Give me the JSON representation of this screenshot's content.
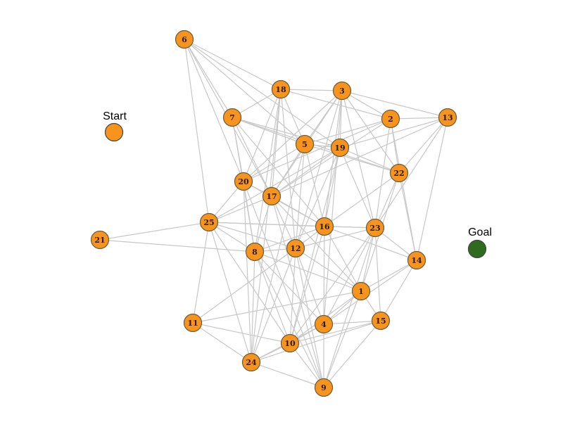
{
  "colors": {
    "node_fill": "#f7941d",
    "goal_fill": "#2e6b1e",
    "edge": "#c8c8c8"
  },
  "markers": {
    "start": {
      "label": "Start"
    },
    "goal": {
      "label": "Goal"
    }
  },
  "graph": {
    "nodes": [
      "1",
      "2",
      "3",
      "4",
      "5",
      "6",
      "7",
      "8",
      "9",
      "10",
      "11",
      "12",
      "13",
      "14",
      "15",
      "16",
      "17",
      "18",
      "19",
      "20",
      "21",
      "22",
      "23",
      "24",
      "25"
    ],
    "edges": [
      [
        "6",
        "18"
      ],
      [
        "6",
        "7"
      ],
      [
        "6",
        "20"
      ],
      [
        "6",
        "25"
      ],
      [
        "6",
        "5"
      ],
      [
        "6",
        "17"
      ],
      [
        "6",
        "19"
      ],
      [
        "18",
        "3"
      ],
      [
        "18",
        "7"
      ],
      [
        "18",
        "20"
      ],
      [
        "18",
        "17"
      ],
      [
        "18",
        "8"
      ],
      [
        "18",
        "2"
      ],
      [
        "18",
        "24"
      ],
      [
        "18",
        "12"
      ],
      [
        "18",
        "5"
      ],
      [
        "3",
        "19"
      ],
      [
        "3",
        "13"
      ],
      [
        "3",
        "5"
      ],
      [
        "3",
        "16"
      ],
      [
        "3",
        "23"
      ],
      [
        "3",
        "12"
      ],
      [
        "3",
        "4"
      ],
      [
        "3",
        "22"
      ],
      [
        "3",
        "20"
      ],
      [
        "3",
        "17"
      ],
      [
        "3",
        "2"
      ],
      [
        "7",
        "5"
      ],
      [
        "7",
        "19"
      ],
      [
        "7",
        "20"
      ],
      [
        "7",
        "8"
      ],
      [
        "7",
        "17"
      ],
      [
        "7",
        "16"
      ],
      [
        "7",
        "22"
      ],
      [
        "2",
        "13"
      ],
      [
        "2",
        "23"
      ],
      [
        "2",
        "17"
      ],
      [
        "2",
        "22"
      ],
      [
        "2",
        "14"
      ],
      [
        "2",
        "20"
      ],
      [
        "2",
        "5"
      ],
      [
        "13",
        "19"
      ],
      [
        "13",
        "14"
      ],
      [
        "13",
        "23"
      ],
      [
        "13",
        "17"
      ],
      [
        "13",
        "22"
      ],
      [
        "5",
        "19"
      ],
      [
        "5",
        "20"
      ],
      [
        "5",
        "16"
      ],
      [
        "5",
        "12"
      ],
      [
        "5",
        "22"
      ],
      [
        "5",
        "24"
      ],
      [
        "5",
        "17"
      ],
      [
        "19",
        "22"
      ],
      [
        "19",
        "16"
      ],
      [
        "19",
        "17"
      ],
      [
        "19",
        "25"
      ],
      [
        "19",
        "10"
      ],
      [
        "19",
        "23"
      ],
      [
        "19",
        "12"
      ],
      [
        "22",
        "14"
      ],
      [
        "22",
        "23"
      ],
      [
        "22",
        "1"
      ],
      [
        "22",
        "16"
      ],
      [
        "20",
        "17"
      ],
      [
        "20",
        "25"
      ],
      [
        "20",
        "8"
      ],
      [
        "20",
        "24"
      ],
      [
        "20",
        "9"
      ],
      [
        "20",
        "16"
      ],
      [
        "17",
        "25"
      ],
      [
        "17",
        "16"
      ],
      [
        "17",
        "12"
      ],
      [
        "17",
        "8"
      ],
      [
        "17",
        "1"
      ],
      [
        "17",
        "9"
      ],
      [
        "25",
        "21"
      ],
      [
        "25",
        "8"
      ],
      [
        "25",
        "11"
      ],
      [
        "25",
        "16"
      ],
      [
        "25",
        "24"
      ],
      [
        "25",
        "12"
      ],
      [
        "25",
        "23"
      ],
      [
        "25",
        "10"
      ],
      [
        "21",
        "8"
      ],
      [
        "16",
        "23"
      ],
      [
        "16",
        "12"
      ],
      [
        "16",
        "1"
      ],
      [
        "16",
        "14"
      ],
      [
        "16",
        "4"
      ],
      [
        "16",
        "10"
      ],
      [
        "16",
        "8"
      ],
      [
        "23",
        "14"
      ],
      [
        "23",
        "1"
      ],
      [
        "23",
        "15"
      ],
      [
        "23",
        "4"
      ],
      [
        "23",
        "9"
      ],
      [
        "23",
        "10"
      ],
      [
        "23",
        "12"
      ],
      [
        "8",
        "12"
      ],
      [
        "8",
        "4"
      ],
      [
        "8",
        "9"
      ],
      [
        "8",
        "24"
      ],
      [
        "8",
        "1"
      ],
      [
        "8",
        "10"
      ],
      [
        "12",
        "1"
      ],
      [
        "12",
        "10"
      ],
      [
        "12",
        "24"
      ],
      [
        "12",
        "11"
      ],
      [
        "12",
        "4"
      ],
      [
        "12",
        "9"
      ],
      [
        "14",
        "1"
      ],
      [
        "14",
        "15"
      ],
      [
        "14",
        "4"
      ],
      [
        "1",
        "15"
      ],
      [
        "1",
        "4"
      ],
      [
        "1",
        "10"
      ],
      [
        "1",
        "9"
      ],
      [
        "1",
        "11"
      ],
      [
        "11",
        "24"
      ],
      [
        "11",
        "10"
      ],
      [
        "4",
        "15"
      ],
      [
        "4",
        "10"
      ],
      [
        "4",
        "9"
      ],
      [
        "4",
        "24"
      ],
      [
        "15",
        "10"
      ],
      [
        "15",
        "9"
      ],
      [
        "10",
        "24"
      ],
      [
        "10",
        "9"
      ],
      [
        "24",
        "9"
      ],
      [
        "24",
        "15"
      ]
    ]
  }
}
